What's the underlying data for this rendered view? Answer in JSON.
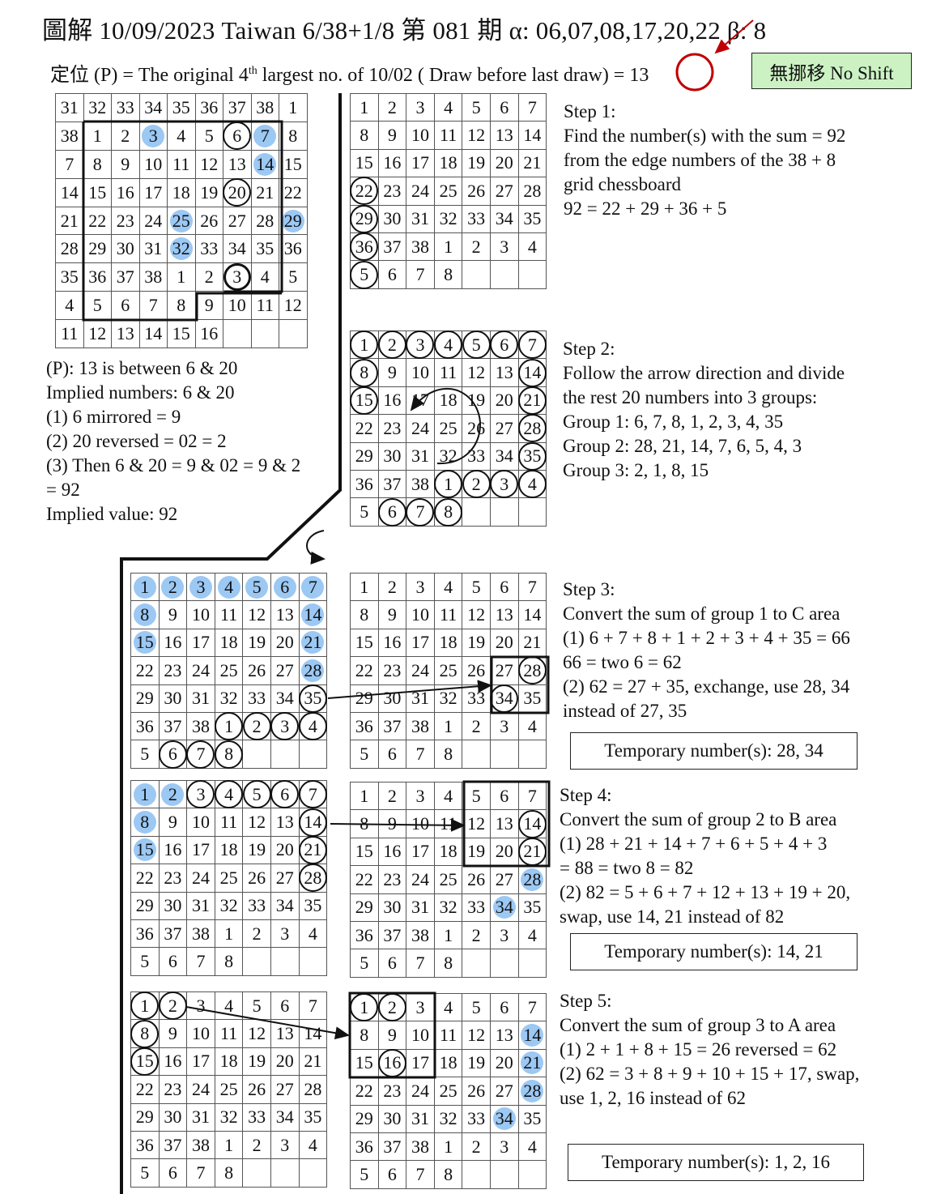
{
  "header": {
    "title": "圖解 10/09/2023 Taiwan 6/38+1/8 第 081 期 α: 06,07,08,17,20,22 β: 8",
    "subtitle_prefix": "定位 (P) = The original 4",
    "subtitle_sup": "th",
    "subtitle_suffix": " largest no. of 10/02 ( Draw before last draw) = ",
    "subtitle_value": "13",
    "no_shift": "無挪移 No Shift"
  },
  "left_explain": {
    "lines": [
      "(P): 13 is between 6 & 20",
      "Implied numbers:  6 & 20",
      "(1)  6 mirrored = 9",
      "(2)  20 reversed = 02 = 2",
      "(3)  Then 6 & 20 = 9 & 02 = 9 & 2",
      "       = 92",
      "Implied value:   92"
    ]
  },
  "steps": {
    "step1": [
      "Step 1:",
      "Find the number(s) with the sum = 92",
      "from the edge numbers of the 38 + 8",
      "grid chessboard",
      "92 = 22 + 29 + 36 + 5"
    ],
    "step2": [
      "Step 2:",
      "Follow the arrow direction and divide",
      "the rest 20 numbers into 3 groups:",
      "Group 1:  6, 7, 8, 1, 2, 3, 4, 35",
      "Group 2:  28, 21, 14, 7, 6, 5, 4, 3",
      "Group 3:  2, 1, 8, 15"
    ],
    "step3": [
      "Step 3:",
      "Convert the sum of group 1 to C area",
      "(1)  6 + 7 + 8 + 1 + 2 + 3 + 4 + 35  = 66",
      "       66 = two 6 = 62",
      "(2) 62 = 27 + 35, exchange, use 28, 34",
      "       instead of 27, 35"
    ],
    "step3_temp": "Temporary number(s):  28, 34",
    "step4": [
      "Step 4:",
      "Convert the sum of group 2 to B area",
      "(1)  28 + 21 + 14 + 7 + 6 + 5 + 4 + 3",
      "       = 88 = two 8 = 82",
      "(2) 82  = 5 + 6 + 7 + 12 + 13 + 19 + 20,",
      "       swap, use 14, 21 instead of 82"
    ],
    "step4_temp": "Temporary number(s):  14, 21",
    "step5": [
      "Step 5:",
      "Convert the sum of group 3 to A area",
      "(1) 2 + 1 + 8  + 15 = 26 reversed = 62",
      "(2) 62 = 3 + 8 + 9 + 10 + 15 + 17, swap,",
      "      use 1, 2, 16 instead of 62"
    ],
    "step5_temp": "Temporary number(s):  1, 2, 16"
  },
  "main_grid": {
    "rows": [
      [
        "31",
        "32",
        "33",
        "34",
        "35",
        "36",
        "37",
        "38",
        "1"
      ],
      [
        "38",
        "1",
        "2",
        "3",
        "4",
        "5",
        "6",
        "7",
        "8"
      ],
      [
        "7",
        "8",
        "9",
        "10",
        "11",
        "12",
        "13",
        "14",
        "15"
      ],
      [
        "14",
        "15",
        "16",
        "17",
        "18",
        "19",
        "20",
        "21",
        "22"
      ],
      [
        "21",
        "22",
        "23",
        "24",
        "25",
        "26",
        "27",
        "28",
        "29"
      ],
      [
        "28",
        "29",
        "30",
        "31",
        "32",
        "33",
        "34",
        "35",
        "36"
      ],
      [
        "35",
        "36",
        "37",
        "38",
        "1",
        "2",
        "3",
        "4",
        "5"
      ],
      [
        "4",
        "5",
        "6",
        "7",
        "8",
        "9",
        "10",
        "11",
        "12"
      ],
      [
        "11",
        "12",
        "13",
        "14",
        "15",
        "16",
        "",
        "",
        " "
      ]
    ],
    "blue": [
      "1-3",
      "1-7",
      "2-7",
      "4-4",
      "4-8",
      "5-4"
    ],
    "circled": [
      "1-6",
      "3-6"
    ],
    "circled_thick": [
      "6-6"
    ]
  },
  "small_grid": {
    "rows": [
      [
        "1",
        "2",
        "3",
        "4",
        "5",
        "6",
        "7"
      ],
      [
        "8",
        "9",
        "10",
        "11",
        "12",
        "13",
        "14"
      ],
      [
        "15",
        "16",
        "17",
        "18",
        "19",
        "20",
        "21"
      ],
      [
        "22",
        "23",
        "24",
        "25",
        "26",
        "27",
        "28"
      ],
      [
        "29",
        "30",
        "31",
        "32",
        "33",
        "34",
        "35"
      ],
      [
        "36",
        "37",
        "38",
        "1",
        "2",
        "3",
        "4"
      ],
      [
        "5",
        "6",
        "7",
        "8",
        "",
        "",
        ""
      ]
    ]
  },
  "grid_marks": {
    "g1": {
      "circled": [
        "3-0",
        "4-0",
        "5-0",
        "6-0"
      ],
      "blue": []
    },
    "g2": {
      "circled": [
        "0-0",
        "0-1",
        "0-2",
        "0-3",
        "0-4",
        "0-5",
        "0-6",
        "1-0",
        "1-6",
        "2-0",
        "2-6",
        "3-6",
        "4-6",
        "5-3",
        "5-4",
        "5-5",
        "5-6",
        "6-1",
        "6-2",
        "6-3"
      ],
      "blue": []
    },
    "g3L": {
      "circled": [
        "4-6",
        "5-3",
        "5-4",
        "5-5",
        "5-6",
        "6-1",
        "6-2",
        "6-3"
      ],
      "blue": [
        "0-0",
        "0-1",
        "0-2",
        "0-3",
        "0-4",
        "0-5",
        "0-6",
        "1-0",
        "1-6",
        "2-0",
        "2-6",
        "3-6"
      ]
    },
    "g3R": {
      "circled": [
        "3-6",
        "4-5"
      ],
      "blue": []
    },
    "g4L": {
      "circled": [
        "0-2",
        "0-3",
        "0-4",
        "0-5",
        "0-6",
        "1-6",
        "2-6",
        "3-6"
      ],
      "blue": [
        "0-0",
        "0-1",
        "1-0",
        "2-0"
      ]
    },
    "g4R": {
      "circled": [
        "1-6",
        "2-6"
      ],
      "blue": [
        "3-6",
        "4-5"
      ]
    },
    "g5L": {
      "circled": [
        "0-0",
        "0-1",
        "1-0",
        "2-0"
      ],
      "blue": []
    },
    "g5R": {
      "circled": [
        "0-0",
        "0-1",
        "2-1"
      ],
      "blue": [
        "1-6",
        "2-6",
        "3-6",
        "4-5"
      ]
    }
  }
}
